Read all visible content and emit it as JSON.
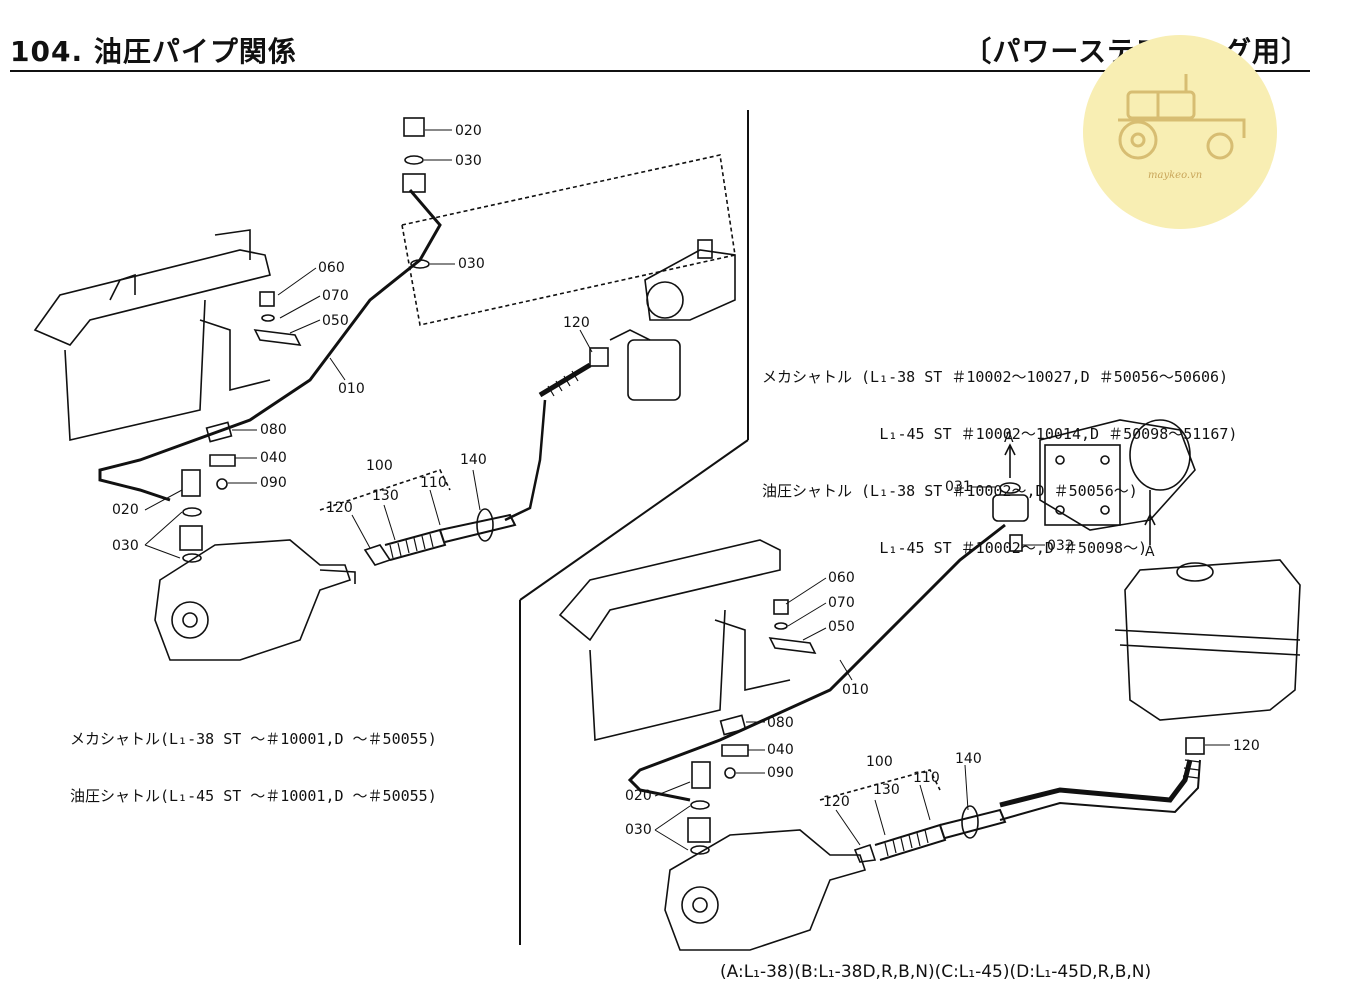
{
  "header": {
    "title": "104. 油圧パイプ関係",
    "section_tag": "〔パワーステアリング用〕"
  },
  "watermark": {
    "text": "maykeo.vn",
    "color": "#f8eeb3"
  },
  "left_diagram": {
    "callouts": [
      "020",
      "030",
      "030",
      "060",
      "070",
      "050",
      "010",
      "120",
      "080",
      "040",
      "090",
      "020",
      "030",
      "100",
      "130",
      "110",
      "140",
      "120"
    ],
    "applicability": [
      "メカシャトル(L₁-38 ST ～＃10001,D ～＃50055)",
      "油圧シャトル(L₁-45 ST ～＃10001,D ～＃50055)"
    ]
  },
  "right_diagram": {
    "applicability": [
      "メカシャトル (L₁-38 ST ＃10002～10027,D ＃50056～50606)",
      "             L₁-45 ST ＃10002～10014,D ＃50098～51167)",
      "油圧シャトル (L₁-38 ST ＃10002～,D ＃50056～)",
      "             L₁-45 ST ＃10002～,D ＃50098～)"
    ],
    "callouts": [
      "A",
      "031",
      "032",
      "A",
      "060",
      "070",
      "050",
      "010",
      "080",
      "040",
      "090",
      "020",
      "030",
      "100",
      "130",
      "110",
      "140",
      "120",
      "120"
    ]
  },
  "footer": {
    "legend": "(A:L₁-38)(B:L₁-38D,R,B,N)(C:L₁-45)(D:L₁-45D,R,B,N)"
  }
}
